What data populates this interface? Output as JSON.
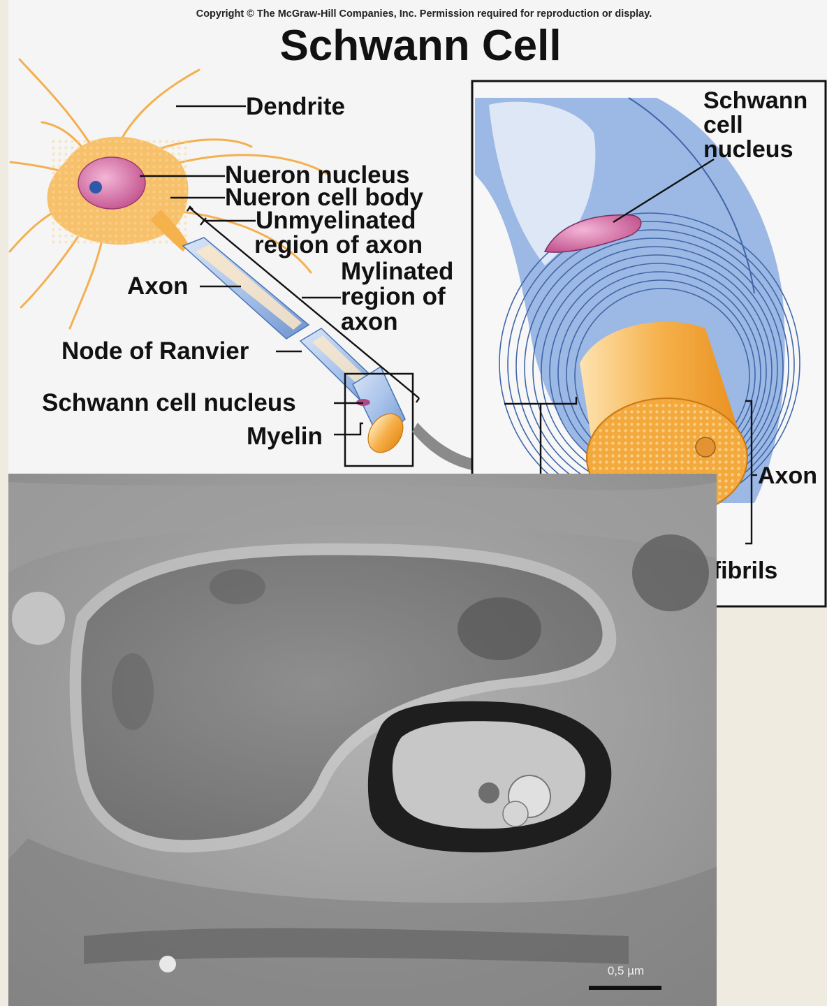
{
  "copyright": "Copyright © The McGraw-Hill Companies, Inc. Permission required for reproduction or display.",
  "title": "Schwann Cell",
  "labels": {
    "dendrite": "Dendrite",
    "neuron_nucleus": "Nueron nucleus",
    "neuron_cell_body": "Nueron cell body",
    "unmyelinated_1": "Unmyelinated",
    "unmyelinated_2": "region of axon",
    "axon": "Axon",
    "myelinated_1": "Mylinated",
    "myelinated_2": "region of",
    "myelinated_3": "axon",
    "node_of_ranvier": "Node of Ranvier",
    "schwann_cell_nucleus": "Schwann cell nucleus",
    "myelin": "Myelin"
  },
  "inset_labels": {
    "schwann_1": "Schwann",
    "schwann_2": "cell",
    "schwann_3": "nucleus",
    "axon": "Axon",
    "neurofibrils_partial": "ofibrils"
  },
  "micrograph": {
    "scale_bar_label": "0,5 µm"
  },
  "colors": {
    "page_background": "#efebe1",
    "diagram_background": "#f5f5f5",
    "neuron_orange": "#f6b655",
    "nucleus_pink": "#d9679f",
    "myelin_blue": "#7ea3d8",
    "axon_orange": "#f2a13a"
  }
}
